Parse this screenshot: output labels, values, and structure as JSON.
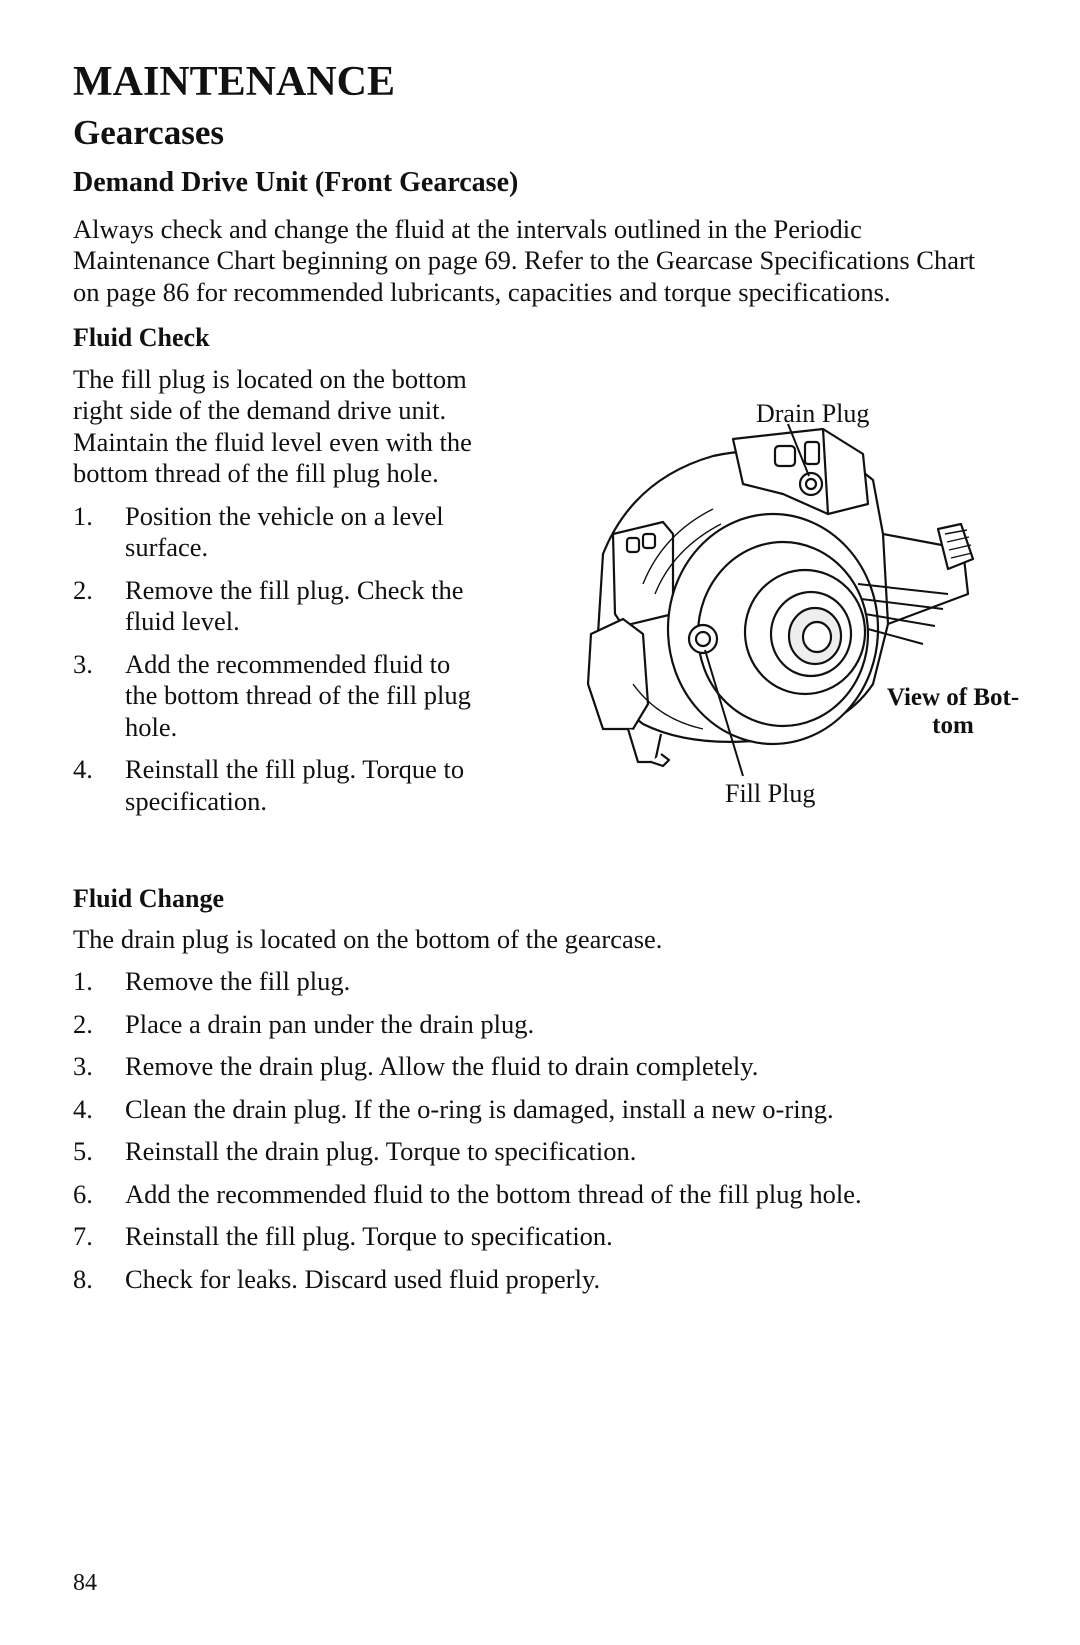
{
  "header": {
    "section": "MAINTENANCE",
    "topic": "Gearcases",
    "subtopic": "Demand Drive Unit (Front Gearcase)"
  },
  "intro": "Always check and change the fluid at the intervals outlined in the Periodic Maintenance Chart beginning on page 69. Refer to the Gearcase Specifications Chart on page 86 for recommended lubricants, capacities and torque specifications.",
  "fluid_check": {
    "heading": "Fluid Check",
    "text": "The fill plug is located on the bottom right side of the demand drive unit. Maintain the fluid level even with the bottom thread of the fill plug hole.",
    "steps": [
      {
        "num": "1.",
        "text": "Position the vehicle on a level surface."
      },
      {
        "num": "2.",
        "text": "Remove the fill plug. Check the fluid level."
      },
      {
        "num": "3.",
        "text": "Add the recommended fluid to the bottom thread of the fill plug hole."
      },
      {
        "num": "4.",
        "text": "Reinstall the fill plug. Torque to specification."
      }
    ]
  },
  "figure": {
    "drain_label": "Drain Plug",
    "fill_label": "Fill Plug",
    "view_label": "View of Bot-tom",
    "icon": "gearcase-illustration"
  },
  "fluid_change": {
    "heading": "Fluid Change",
    "text": "The drain plug is located on the bottom of the gearcase.",
    "steps": [
      {
        "num": "1.",
        "text": "Remove the fill plug."
      },
      {
        "num": "2.",
        "text": "Place a drain pan under the drain plug."
      },
      {
        "num": "3.",
        "text": "Remove the drain plug. Allow the fluid to drain completely."
      },
      {
        "num": "4.",
        "text": "Clean the drain plug. If the o-ring is damaged, install a new o-ring."
      },
      {
        "num": "5.",
        "text": "Reinstall the drain plug. Torque to specification."
      },
      {
        "num": "6.",
        "text": "Add the recommended fluid to the bottom thread of the fill plug hole."
      },
      {
        "num": "7.",
        "text": "Reinstall the fill plug. Torque to specification."
      },
      {
        "num": "8.",
        "text": "Check for leaks. Discard used fluid properly."
      }
    ]
  },
  "footer": {
    "page_number": "84"
  }
}
